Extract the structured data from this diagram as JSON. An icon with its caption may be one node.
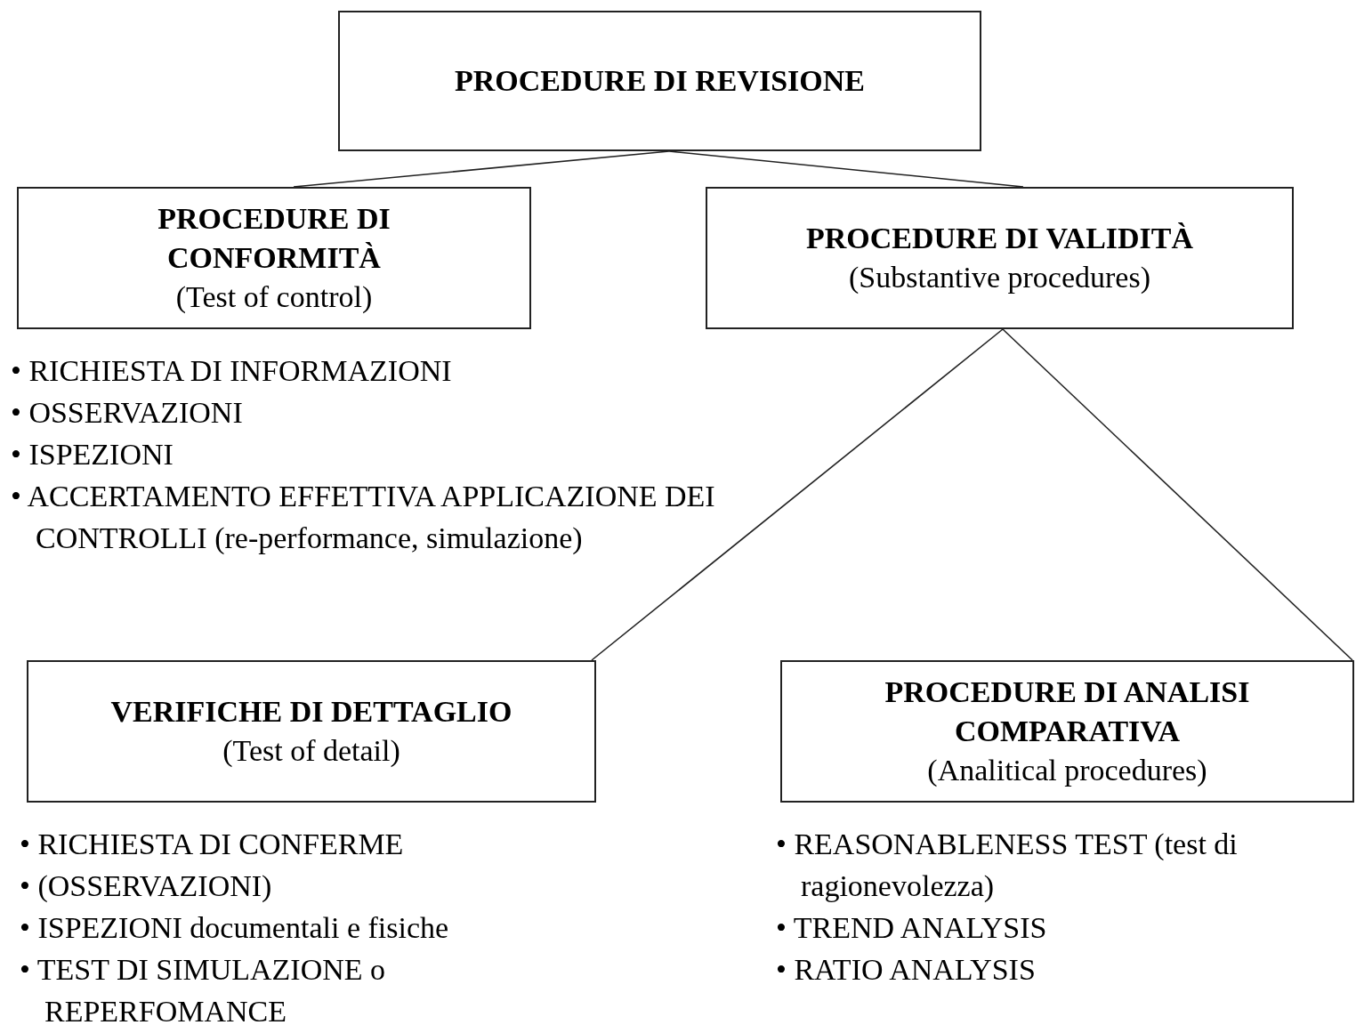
{
  "diagram": {
    "nodes": [
      {
        "text": [
          "PROCEDURE DI REVISIONE"
        ]
      },
      {
        "text": [
          "PROCEDURE DI CONFORMITÀ",
          "(Test of control)"
        ],
        "beside": [
          "• RICHIESTA DI INFORMAZIONI",
          "• OSSERVAZIONI",
          "• ISPEZIONI",
          "• ACCERTAMENTO EFFETTIVA APPLICAZIONE DEI CONTROLLI (re-performance, simulazione)"
        ]
      },
      {
        "text": [
          "PROCEDURE DI VALIDITÀ",
          "(Substantive procedures)"
        ]
      },
      {
        "text": [
          "VERIFICHE DI DETTAGLIO",
          "(Test of detail)"
        ],
        "beside": [
          "• RICHIESTA DI CONFERME",
          "• (OSSERVAZIONI)",
          "• ISPEZIONI documentali e fisiche",
          "• TEST DI SIMULAZIONE o REPERFOMANCE"
        ]
      },
      {
        "text": [
          "PROCEDURE DI ANALISI COMPARATIVA",
          "(Analitical procedures)"
        ],
        "beside": [
          "• REASONABLENESS TEST (test di ragionevolezza)",
          "• TREND ANALYSIS",
          "• RATIO ANALYSIS"
        ]
      }
    ],
    "edges": [
      {
        "from": 0,
        "to": 1,
        "arrow": "none"
      },
      {
        "from": 0,
        "to": 2,
        "arrow": "none"
      },
      {
        "from": 2,
        "to": 3,
        "arrow": "none"
      },
      {
        "from": 2,
        "to": 4,
        "arrow": "none"
      }
    ]
  }
}
